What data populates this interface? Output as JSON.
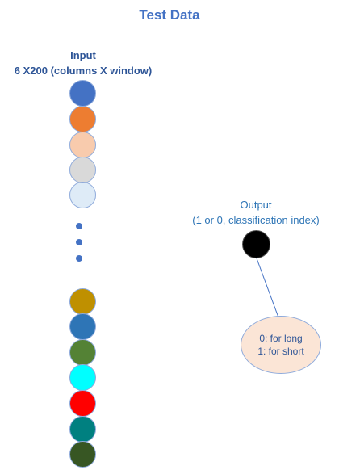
{
  "title": "Test Data",
  "input": {
    "title": "Input",
    "subtitle": "6 X200 (columns X window)",
    "top_nodes": [
      {
        "color": "#4472c4"
      },
      {
        "color": "#ed7d31"
      },
      {
        "color": "#f8cbad"
      },
      {
        "color": "#d9d9d9"
      },
      {
        "color": "#deebf7"
      }
    ],
    "bottom_nodes": [
      {
        "color": "#bf9000"
      },
      {
        "color": "#2e75b6"
      },
      {
        "color": "#548235"
      },
      {
        "color": "#00ffff"
      },
      {
        "color": "#ff0000"
      },
      {
        "color": "#008080"
      },
      {
        "color": "#375623"
      }
    ],
    "ellipsis_color": "#4472c4"
  },
  "output": {
    "title": "Output",
    "subtitle": "(1 or 0, classification index)",
    "node_color": "#000000",
    "classes": {
      "line1": "0: for long",
      "line2": "1: for short"
    }
  }
}
